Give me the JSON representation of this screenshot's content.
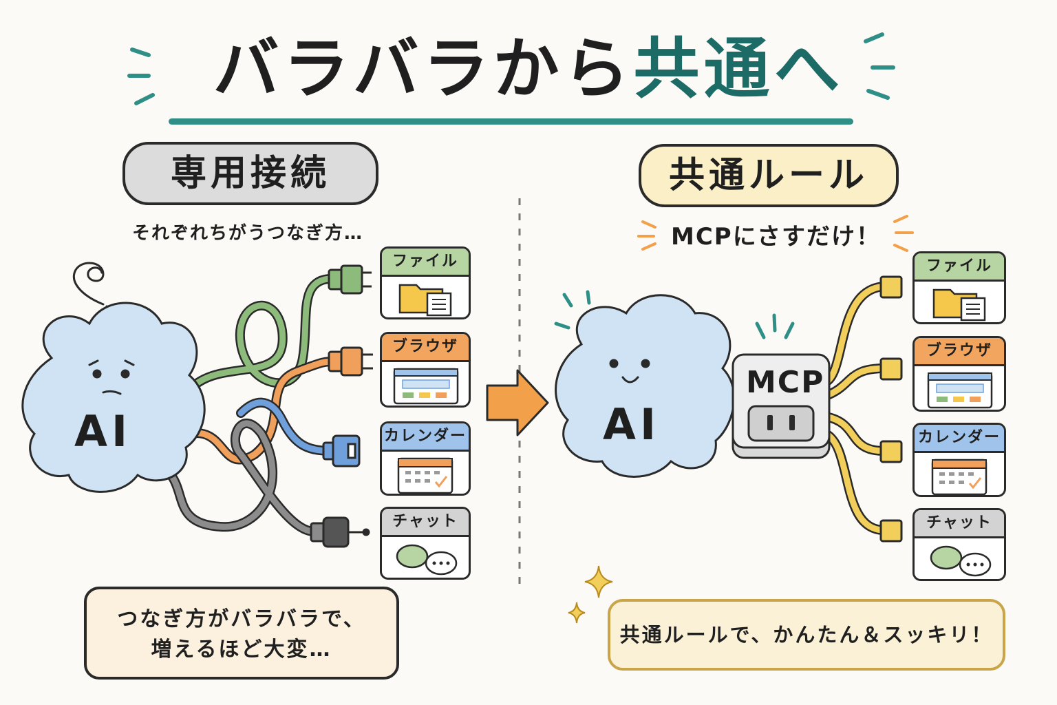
{
  "title": {
    "part1": "バラバラから",
    "part2": "共通へ"
  },
  "left": {
    "header": "専用接続",
    "subtitle": "それぞれちがうつなぎ方…",
    "ai_label": "AI",
    "apps": [
      {
        "label": "ファイル"
      },
      {
        "label": "ブラウザ"
      },
      {
        "label": "カレンダー"
      },
      {
        "label": "チャット"
      }
    ],
    "note_line1": "つなぎ方がバラバラで、",
    "note_line2": "増えるほど大変…"
  },
  "right": {
    "header": "共通ルール",
    "subtitle": "MCPにさすだけ！",
    "ai_label": "AI",
    "hub_label": "MCP",
    "apps": [
      {
        "label": "ファイル"
      },
      {
        "label": "ブラウザ"
      },
      {
        "label": "カレンダー"
      },
      {
        "label": "チャット"
      }
    ],
    "note": "共通ルールで、かんたん＆スッキリ！"
  },
  "colors": {
    "accent_teal": "#2f8f87",
    "cable_green": "#8dbb7c",
    "cable_orange": "#f0a05a",
    "cable_blue": "#6fa0dc",
    "cable_gray": "#8c8c8c",
    "cable_yellow": "#f2cf5b",
    "cloud_blue": "#cfe3f5",
    "arrow_orange": "#f2a04a"
  },
  "icons": [
    "folder-icon",
    "document-icon",
    "browser-window-icon",
    "calendar-icon",
    "chat-bubble-icon",
    "plug-icon",
    "usb-icon",
    "outlet-icon",
    "sparkle-icon",
    "sweat-drop-icon",
    "dizzy-spiral-icon",
    "arrow-right-icon"
  ]
}
